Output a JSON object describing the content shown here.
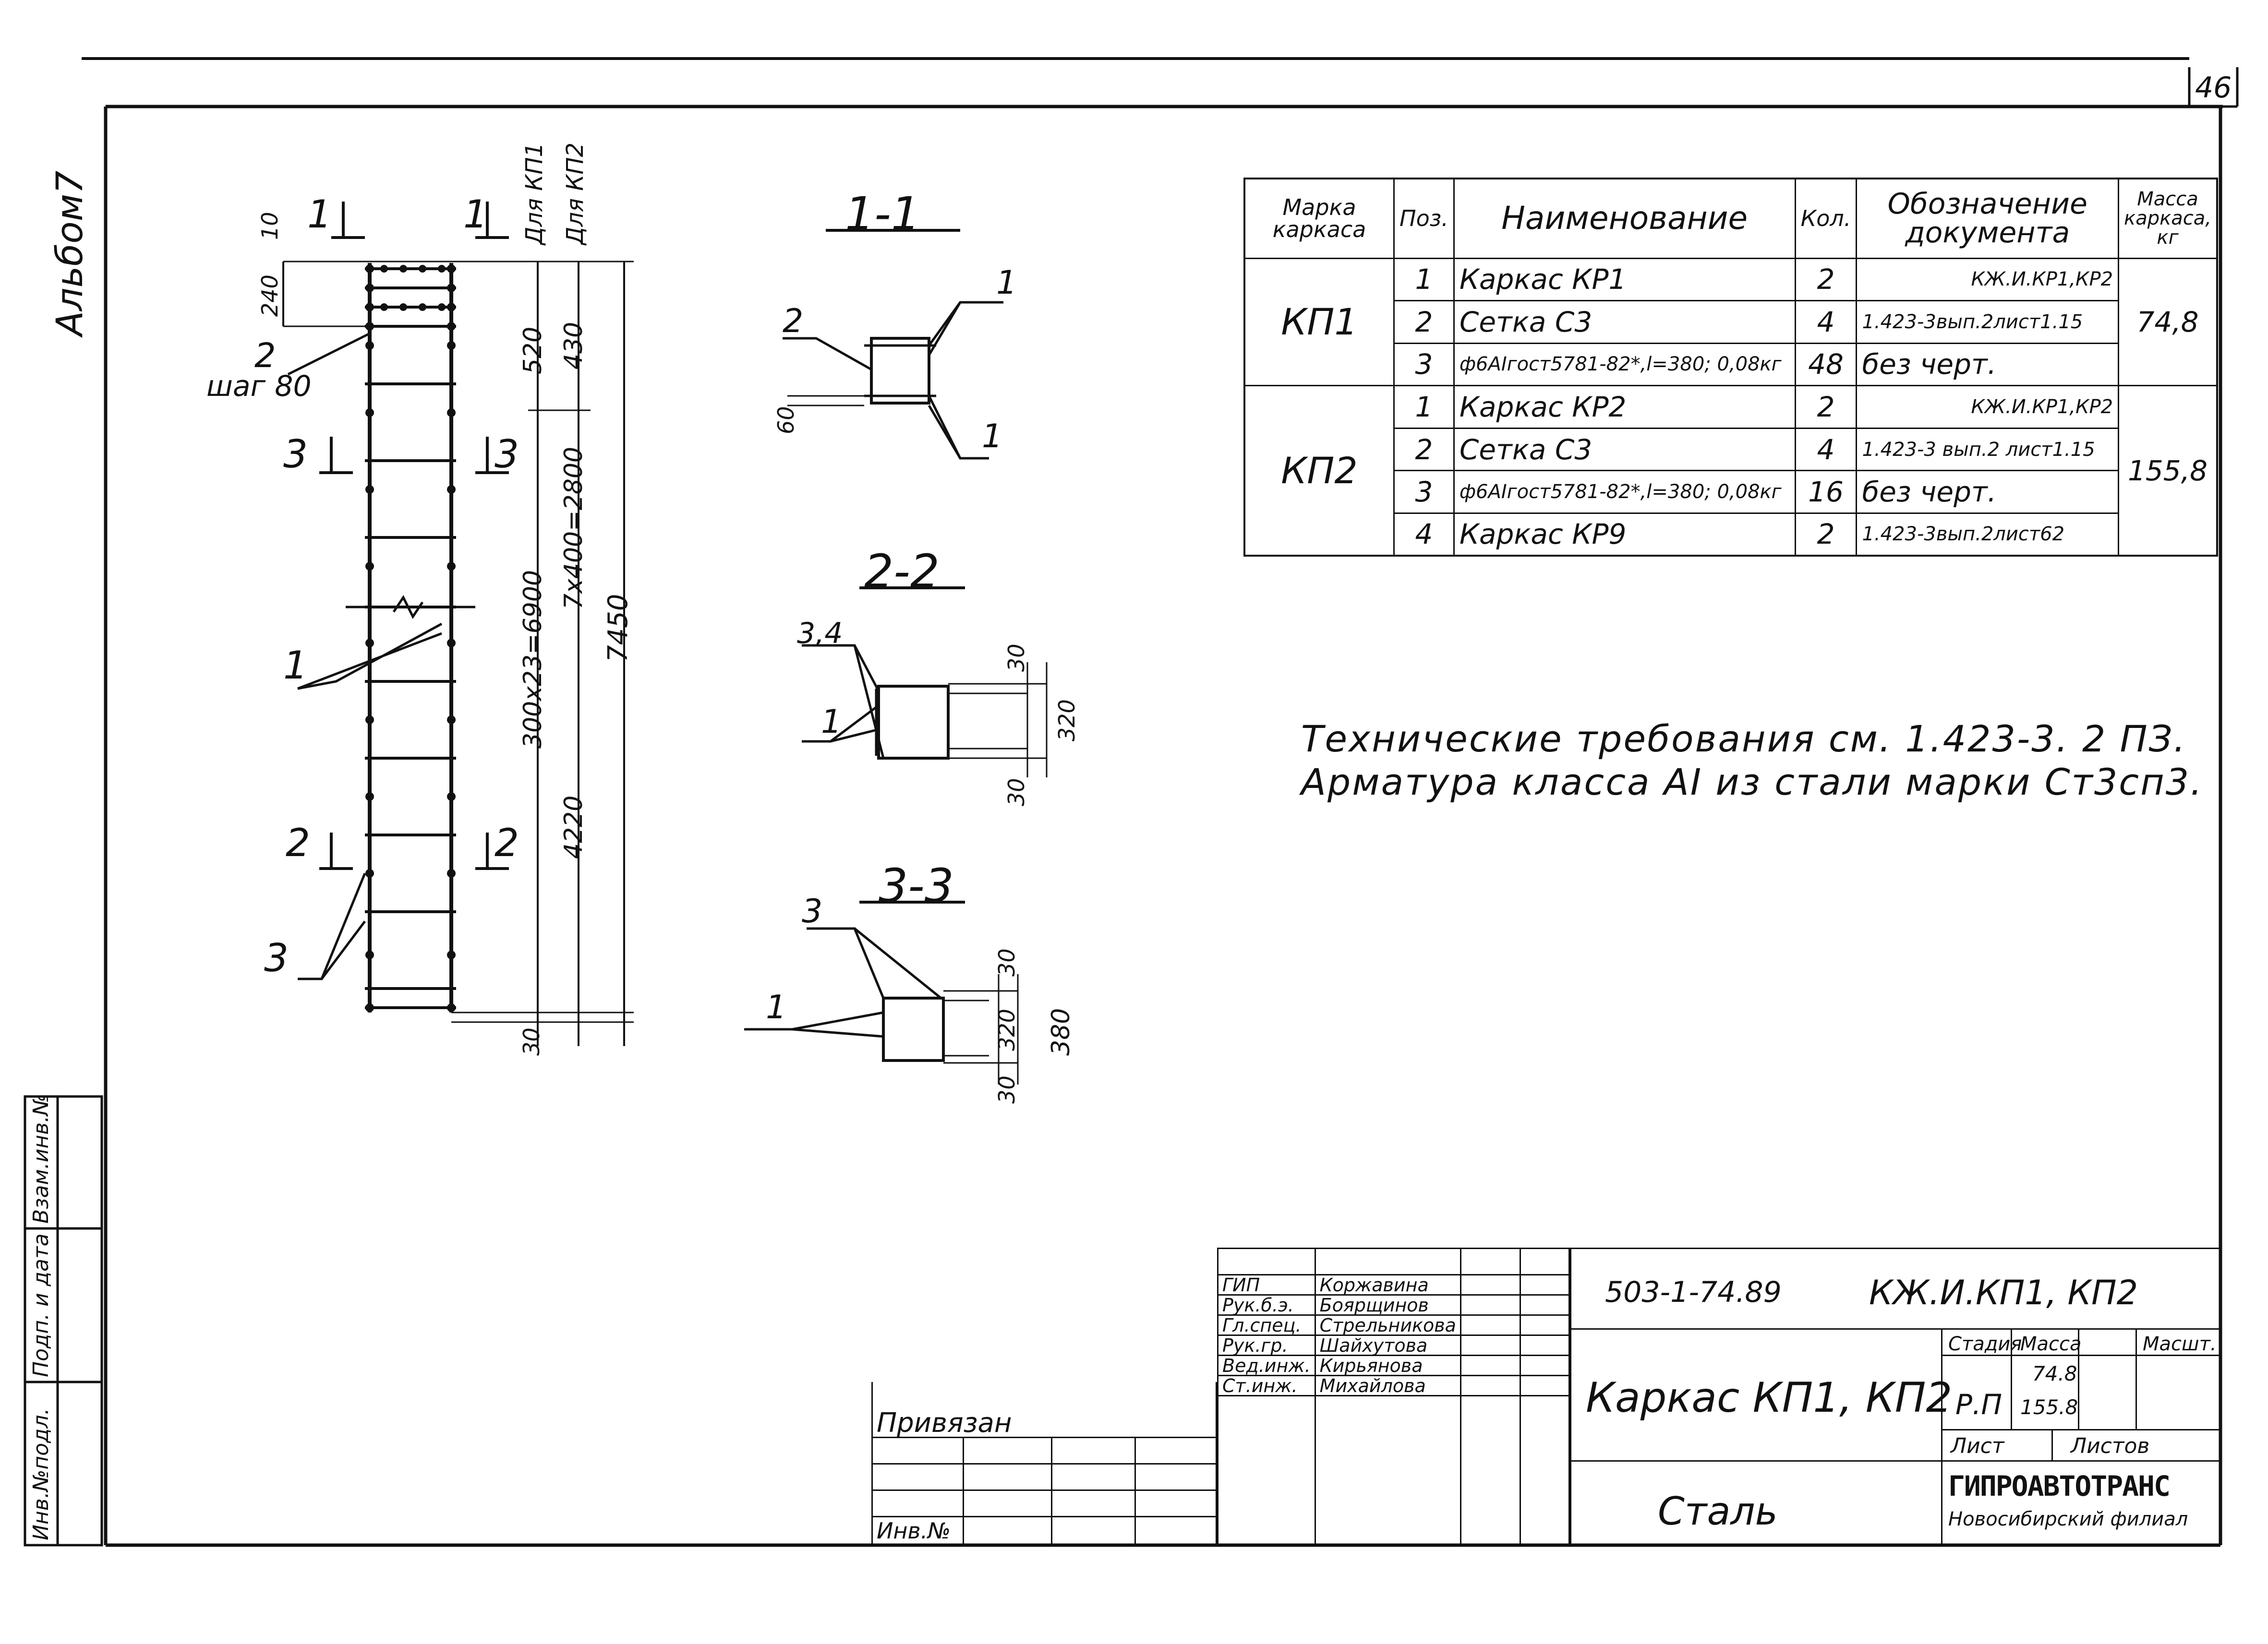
{
  "sheet": {
    "page_number": "46",
    "album": "Альбом7"
  },
  "elevation": {
    "cut_marks": [
      "1",
      "1",
      "3",
      "3",
      "2",
      "2"
    ],
    "labels": {
      "mark_2": "2",
      "step": "шаг 80",
      "mark_1": "1",
      "mark_3": "3"
    },
    "dims_left": [
      "10",
      "240"
    ],
    "dims_vertical": [
      "520",
      "430",
      "7x400=2800",
      "300x23=6900",
      "7450",
      "4220",
      "30"
    ],
    "headers": [
      "Для КП1",
      "Для КП2"
    ]
  },
  "sections": [
    {
      "title": "1-1",
      "labels": [
        "2",
        "1",
        "1"
      ],
      "dims": [
        "60"
      ]
    },
    {
      "title": "2-2",
      "labels": [
        "3,4",
        "1"
      ],
      "dims": [
        "30",
        "320",
        "30"
      ]
    },
    {
      "title": "3-3",
      "labels": [
        "3",
        "1"
      ],
      "dims": [
        "30",
        "320",
        "30",
        "380"
      ]
    }
  ],
  "spec_table": {
    "headers": [
      "Марка каркаса",
      "Поз.",
      "Наименование",
      "Кол.",
      "Обозначение документа",
      "Масса каркаса, кг"
    ],
    "groups": [
      {
        "mark": "КП1",
        "mass": "74,8",
        "rows": [
          {
            "pos": "1",
            "name": "Каркас КР1",
            "qty": "2",
            "doc": "КЖ.И.КР1,КР2"
          },
          {
            "pos": "2",
            "name": "Сетка С3",
            "qty": "4",
            "doc": "1.423-3вып.2лист1.15"
          },
          {
            "pos": "3",
            "name": "ф6AIгост5781-82*,l=380; 0,08кг",
            "qty": "48",
            "doc": "без черт."
          }
        ]
      },
      {
        "mark": "КП2",
        "mass": "155,8",
        "rows": [
          {
            "pos": "1",
            "name": "Каркас КР2",
            "qty": "2",
            "doc": "КЖ.И.КР1,КР2"
          },
          {
            "pos": "2",
            "name": "Сетка С3",
            "qty": "4",
            "doc": "1.423-3 вып.2 лист1.15"
          },
          {
            "pos": "3",
            "name": "ф6AIгост5781-82*,l=380; 0,08кг",
            "qty": "16",
            "doc": "без черт."
          },
          {
            "pos": "4",
            "name": "Каркас КР9",
            "qty": "2",
            "doc": "1.423-3вып.2лист62"
          }
        ]
      }
    ]
  },
  "notes": [
    "Технические требования см. 1.423-3. 2 ПЗ.",
    "Арматура класса AI из стали марки Ст3сп3."
  ],
  "side_stamp": [
    "Инв.№подл.",
    "Подп. и дата",
    "Взам.инв.№"
  ],
  "title_block": {
    "binding": "Привязан",
    "inv": "Инв.№",
    "staff": [
      {
        "role": "ГИП",
        "name": "Коржавина"
      },
      {
        "role": "Рук.б.э.",
        "name": "Боярщинов"
      },
      {
        "role": "Гл.спец.",
        "name": "Стрельникова"
      },
      {
        "role": "Рук.гр.",
        "name": "Шайхутова"
      },
      {
        "role": "Вед.инж.",
        "name": "Кирьянова"
      },
      {
        "role": "Ст.инж.",
        "name": "Михайлова"
      }
    ],
    "code": "503-1-74.89",
    "doc_mark": "КЖ.И.КП1, КП2",
    "title": "Каркас КП1, КП2",
    "stage_label": "Стадия",
    "mass_label": "Масса",
    "scale_label": "Масшт.",
    "stage": "Р.П",
    "mass_values": [
      "74.8",
      "155.8"
    ],
    "sheet_label": "Лист",
    "sheets_label": "Листов",
    "material": "Сталь",
    "org": "ГИПРОАВТОТРАНС",
    "branch": "Новосибирский филиал"
  }
}
